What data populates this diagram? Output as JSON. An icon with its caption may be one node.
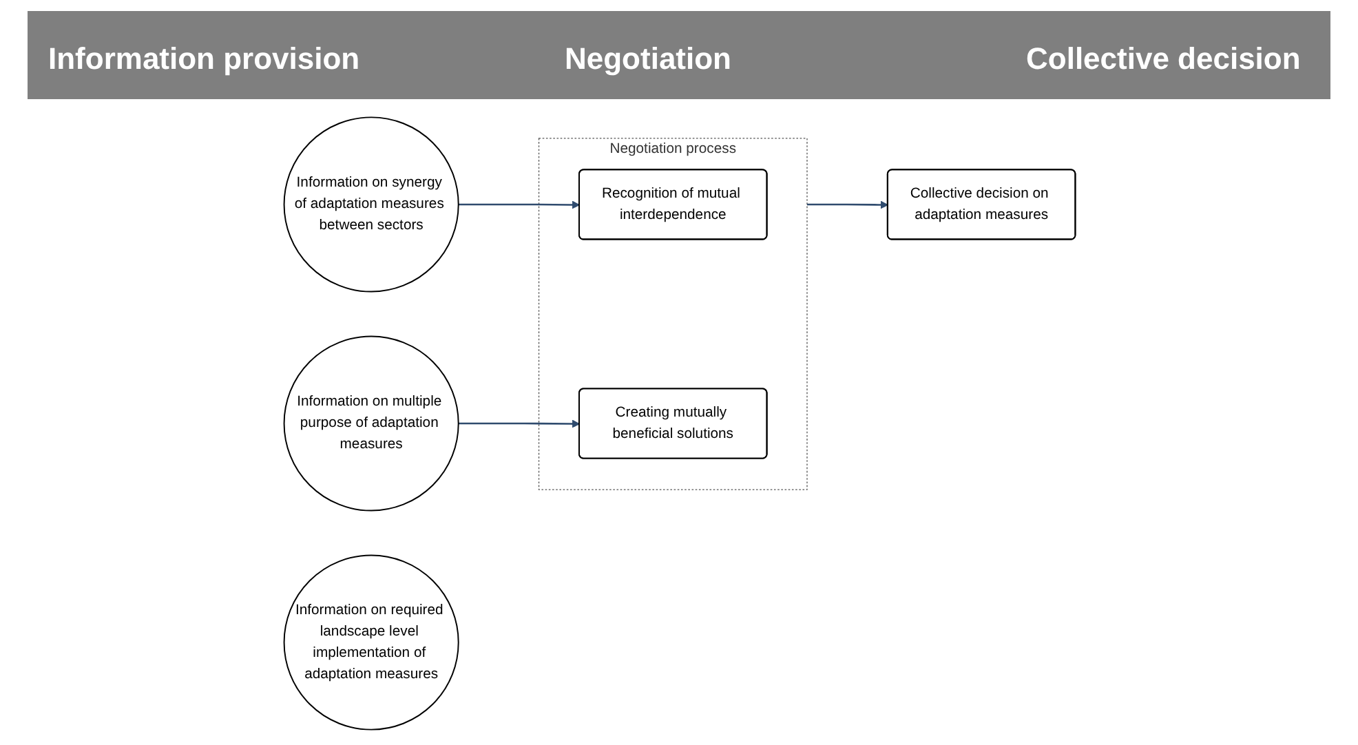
{
  "diagram": {
    "nodes": [
      {
        "text": [
          "Information on synergy of adaptation measures between sectors"
        ]
      },
      {
        "text": [
          "Information on multiple purpose of adaptation measures"
        ]
      },
      {
        "text": [
          "Information on required landscape level implementation of adaptation measures"
        ]
      },
      {
        "text": [
          "Negotiation process"
        ]
      },
      {
        "text": [
          "Recognition of mutual interdependence"
        ],
        "in": 3
      },
      {
        "text": [
          "Creating mutually beneficial solutions"
        ],
        "in": 3
      },
      {
        "text": [
          "Collective decision on adaptation measures"
        ]
      }
    ],
    "edges": [
      {
        "from": 0,
        "to": 4,
        "arrow": "to"
      },
      {
        "from": 1,
        "to": 5,
        "arrow": "to"
      },
      {
        "from": 3,
        "to": 6,
        "arrow": "to"
      }
    ],
    "labels": [
      "Information provision",
      "Negotiation",
      "Collective decision"
    ]
  }
}
